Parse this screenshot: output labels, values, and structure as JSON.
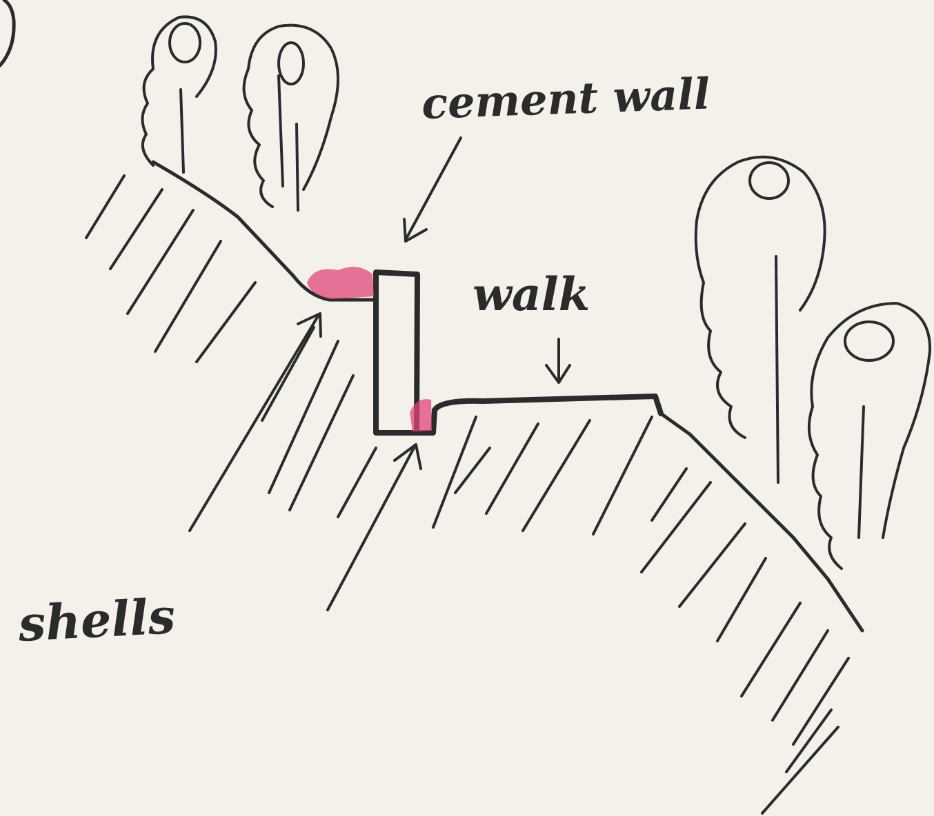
{
  "labels": {
    "cement_wall": "cement wall",
    "walk": "walk",
    "shells": "shells"
  },
  "colors": {
    "ink": "#2b2b2b",
    "shells": "#e0457a",
    "paper": "#f3f1ea"
  }
}
